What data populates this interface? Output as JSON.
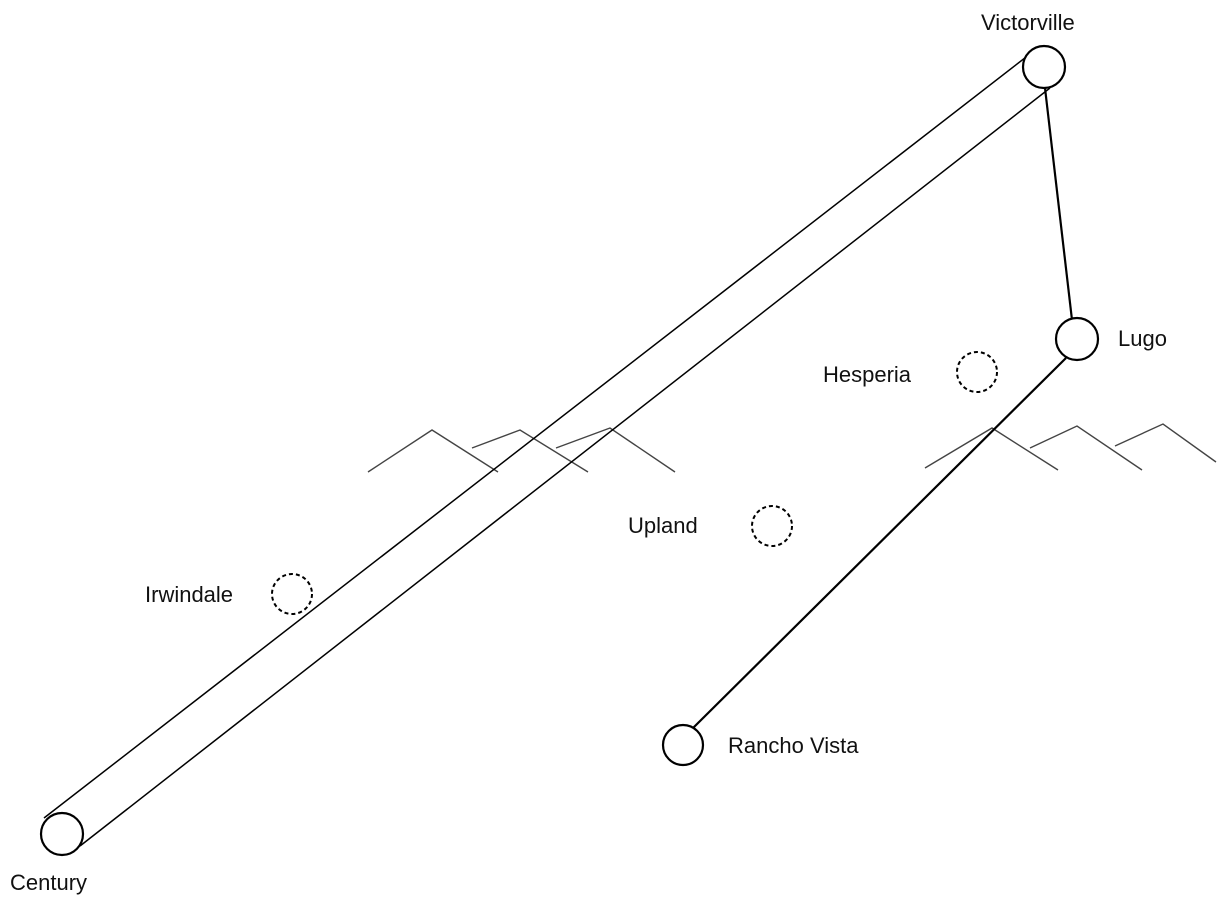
{
  "nodes": {
    "victorville": {
      "label": "Victorville",
      "kind": "existing-substation"
    },
    "lugo": {
      "label": "Lugo",
      "kind": "existing-substation"
    },
    "century": {
      "label": "Century",
      "kind": "existing-substation"
    },
    "rancho_vista": {
      "label": "Rancho Vista",
      "kind": "existing-substation"
    },
    "hesperia": {
      "label": "Hesperia",
      "kind": "proposed-substation"
    },
    "upland": {
      "label": "Upland",
      "kind": "proposed-substation"
    },
    "irwindale": {
      "label": "Irwindale",
      "kind": "proposed-substation"
    }
  },
  "connections": [
    {
      "from": "Century",
      "to": "Victorville",
      "style": "double-line"
    },
    {
      "from": "Victorville",
      "to": "Lugo",
      "style": "single-line"
    },
    {
      "from": "Lugo",
      "to": "Rancho Vista",
      "style": "single-line"
    }
  ],
  "colors": {
    "line": "#000000",
    "text": "#111111",
    "background": "#ffffff"
  }
}
